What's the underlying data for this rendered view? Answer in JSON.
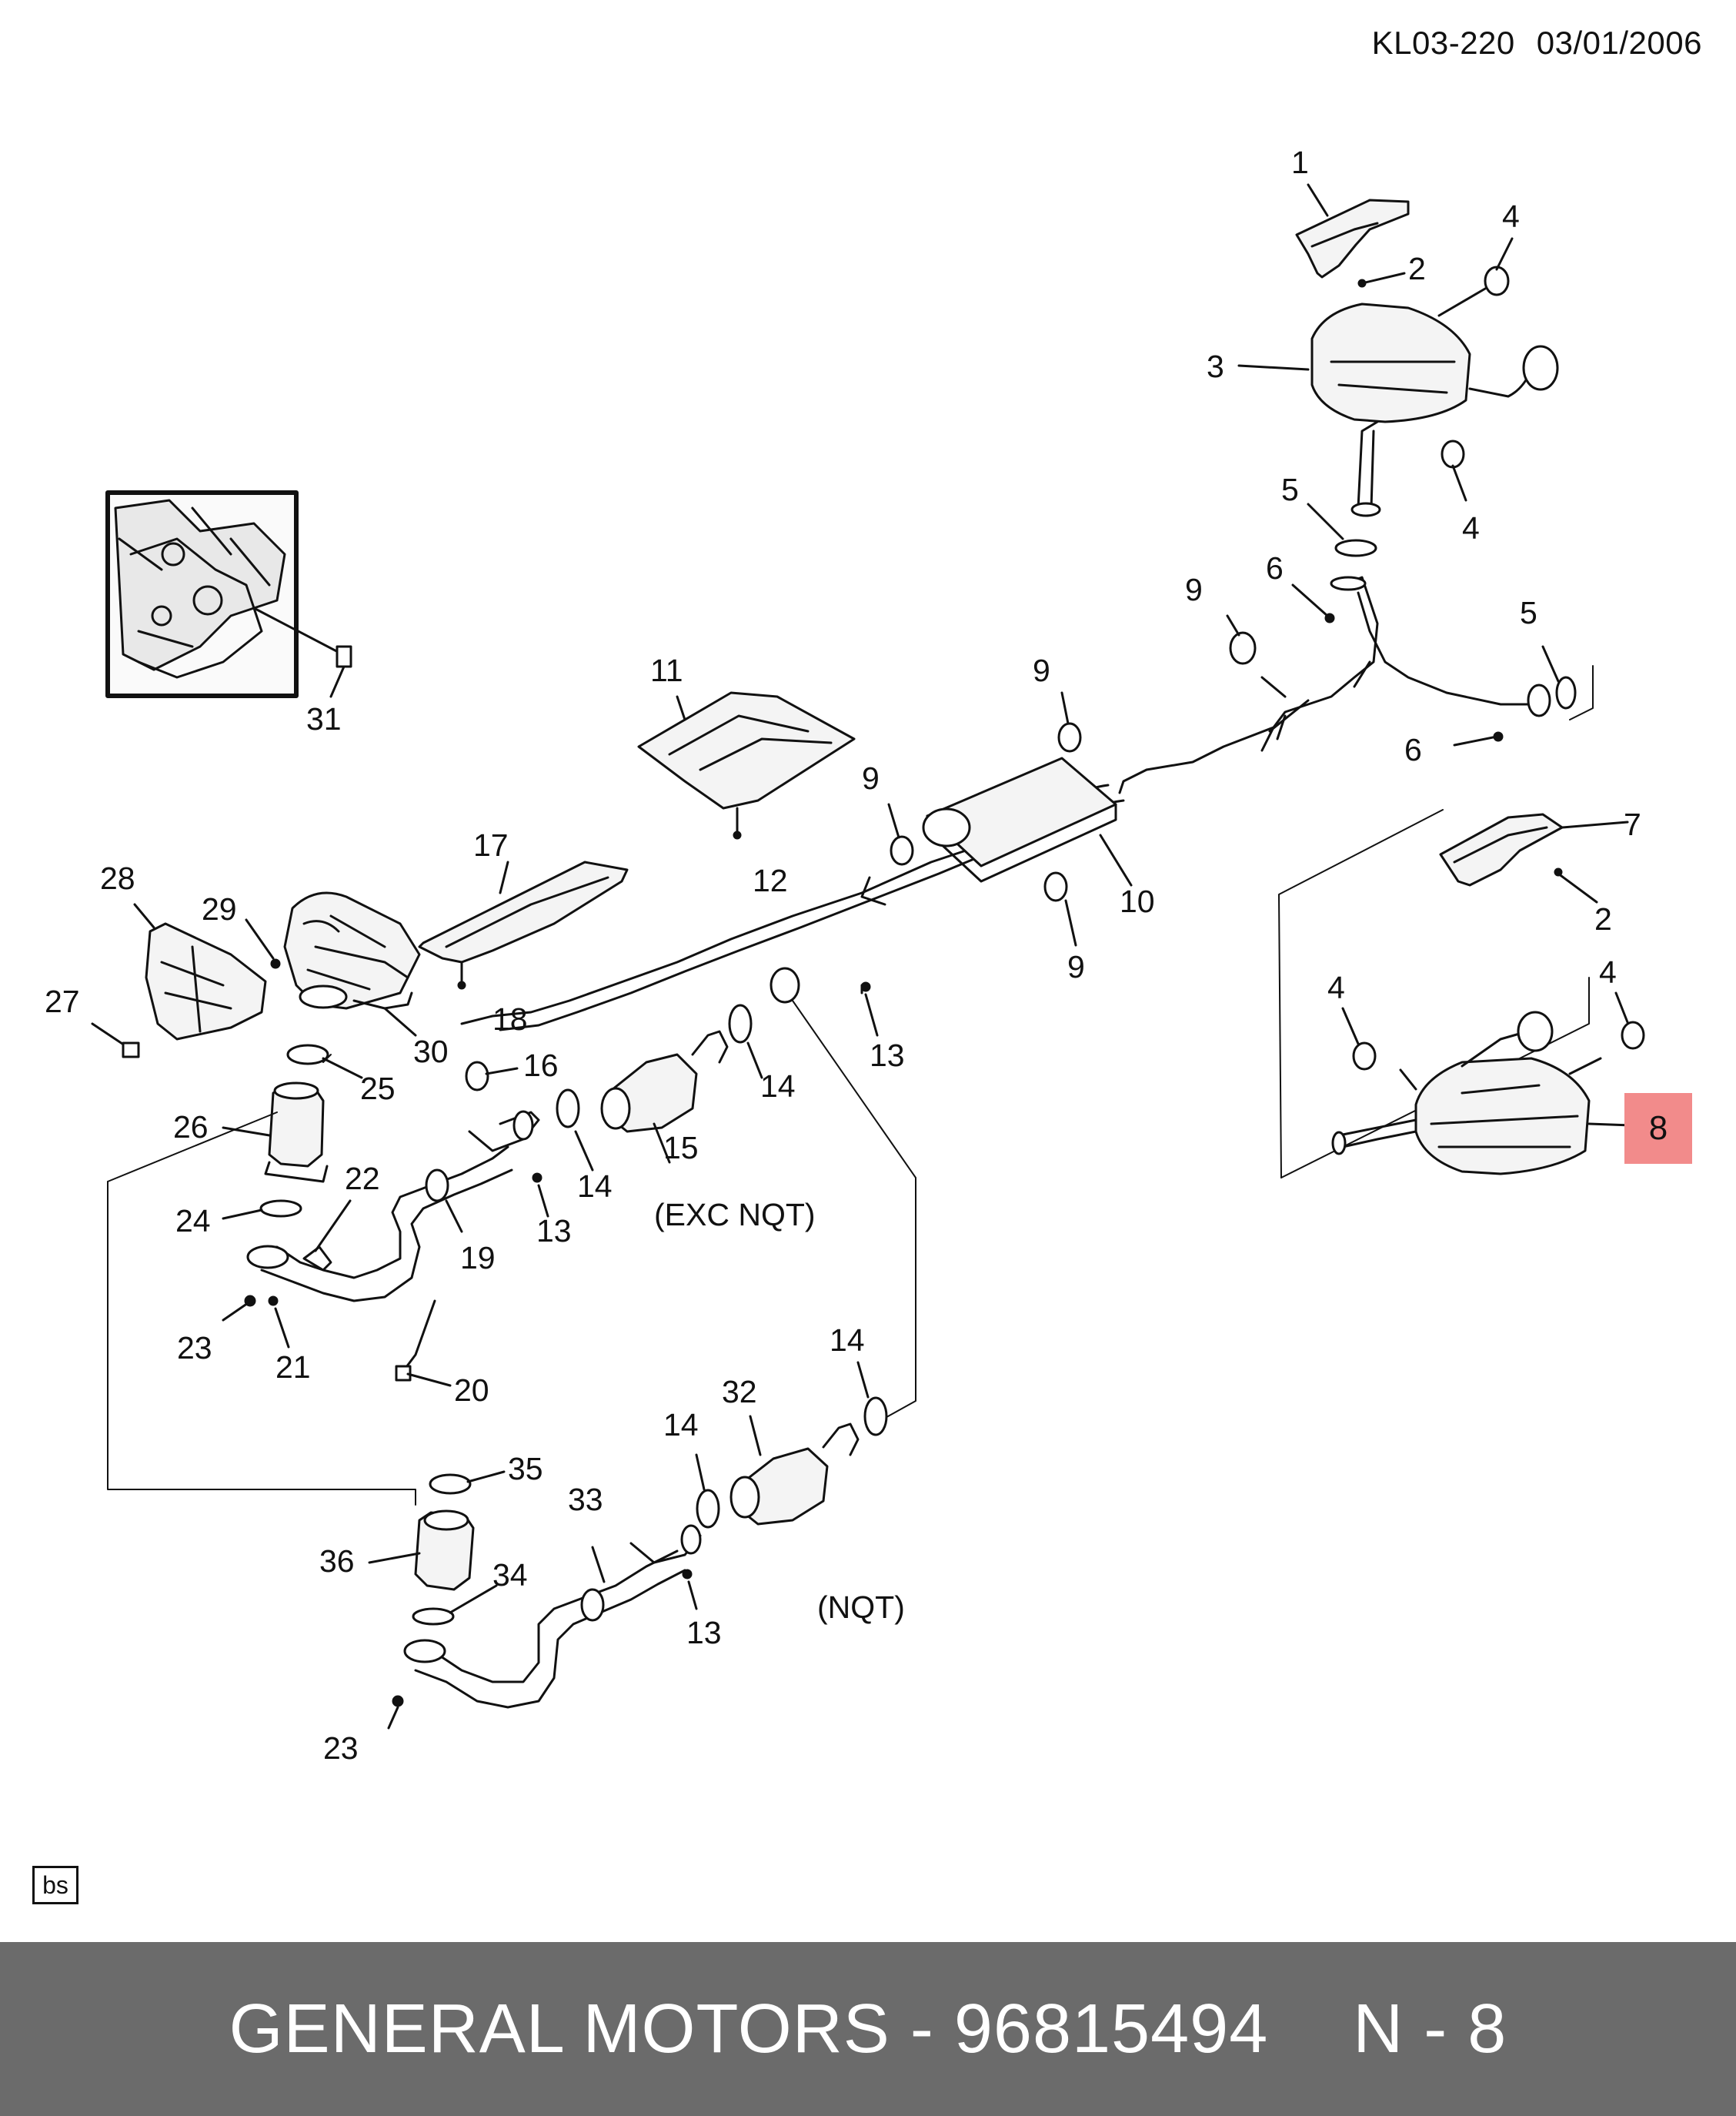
{
  "header": {
    "code": "KL03-220",
    "date": "03/01/2006"
  },
  "callouts": {
    "c1": "1",
    "c2a": "2",
    "c2b": "2",
    "c3": "3",
    "c4a": "4",
    "c4b": "4",
    "c4c": "4",
    "c4d": "4",
    "c5a": "5",
    "c5b": "5",
    "c6a": "6",
    "c6b": "6",
    "c7": "7",
    "c8": "8",
    "c9a": "9",
    "c9b": "9",
    "c9c": "9",
    "c9d": "9",
    "c10": "10",
    "c11": "11",
    "c12": "12",
    "c13a": "13",
    "c13b": "13",
    "c13c": "13",
    "c14a": "14",
    "c14b": "14",
    "c14c": "14",
    "c14d": "14",
    "c15": "15",
    "c16": "16",
    "c17": "17",
    "c18": "18",
    "c19": "19",
    "c20": "20",
    "c21": "21",
    "c22": "22",
    "c23a": "23",
    "c23b": "23",
    "c24": "24",
    "c25": "25",
    "c26": "26",
    "c27": "27",
    "c28": "28",
    "c29": "29",
    "c30": "30",
    "c31": "31",
    "c32": "32",
    "c33": "33",
    "c34": "34",
    "c35": "35",
    "c36": "36"
  },
  "notes": {
    "exc_nqt": "(EXC NQT)",
    "nqt": "(NQT)"
  },
  "badge": "bs",
  "highlight_label": "8",
  "footer": {
    "brand": "GENERAL MOTORS",
    "separator": "-",
    "part_number": "96815494",
    "page_ref": "N - 8"
  },
  "colors": {
    "footer_bg": "#6b6b6b",
    "footer_text": "#ffffff",
    "highlight": "#f28b8b",
    "line": "#111111",
    "part_fill": "#f4f4f4"
  }
}
